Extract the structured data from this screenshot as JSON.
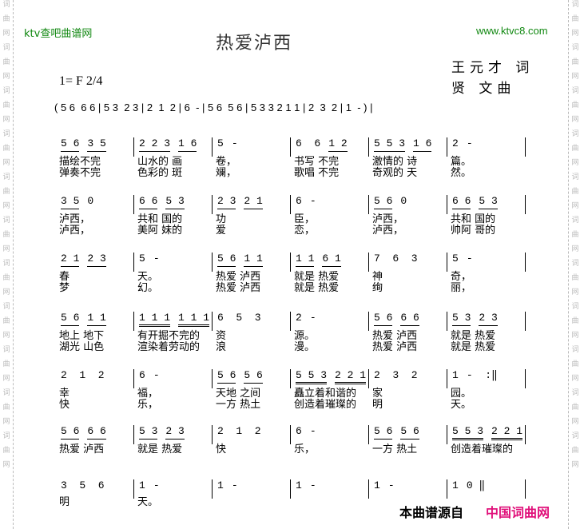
{
  "watermark": [
    "词",
    "曲",
    "网"
  ],
  "brand": "ktv查吧曲谱网",
  "url": "www.ktvc8.com",
  "title": "热爱泸西",
  "lyricist": "王元才 词",
  "composer": "贤 文曲",
  "key": "1= F 2/4",
  "intro": "( 5 6  6 6 | 5 3  2 3 | 2  1  2 | 6  - | 5 6  5 6 | 5 3 3 2 1 1 | 2  3  2 | 1  - ) |",
  "systems": [
    {
      "measures": [
        [
          {
            "t": "5 6",
            "u": 1
          },
          {
            "t": "3 5",
            "u": 1
          }
        ],
        [
          {
            "t": "2 2 3",
            "u": 1
          },
          {
            "t": "1 6",
            "u": 1
          }
        ],
        [
          {
            "t": "5",
            "u": 0
          },
          {
            "t": "-",
            "u": 0
          }
        ],
        [
          {
            "t": "6  6",
            "u": 0
          },
          {
            "t": "1 2",
            "u": 1
          }
        ],
        [
          {
            "t": "5 5 3",
            "u": 1
          },
          {
            "t": "1 6",
            "u": 1
          }
        ],
        [
          {
            "t": "2",
            "u": 0
          },
          {
            "t": "-",
            "u": 0
          }
        ]
      ],
      "lyrics": [
        [
          "描绘不完",
          "山水的 画",
          "卷，",
          "书写 不完",
          "激情的 诗",
          "篇。"
        ],
        [
          "弹奏不完",
          "色彩的 斑",
          "斓，",
          "歌唱 不完",
          "奇观的 天",
          "然。"
        ]
      ]
    },
    {
      "measures": [
        [
          {
            "t": "3 5",
            "u": 1
          },
          {
            "t": "0",
            "u": 0
          }
        ],
        [
          {
            "t": "6 6",
            "u": 1
          },
          {
            "t": "5 3",
            "u": 1
          }
        ],
        [
          {
            "t": "2 3",
            "u": 1
          },
          {
            "t": "2 1",
            "u": 1
          }
        ],
        [
          {
            "t": "6",
            "u": 0
          },
          {
            "t": "-",
            "u": 0
          }
        ],
        [
          {
            "t": "5 6",
            "u": 1
          },
          {
            "t": "0",
            "u": 0
          }
        ],
        [
          {
            "t": "6 6",
            "u": 1
          },
          {
            "t": "5 3",
            "u": 1
          }
        ]
      ],
      "lyrics": [
        [
          "泸西，",
          "共和 国的",
          "功",
          "臣，",
          "泸西，",
          "共和 国的"
        ],
        [
          "泸西，",
          "美阿 妹的",
          "爱",
          "恋，",
          "泸西，",
          "帅阿 哥的"
        ]
      ]
    },
    {
      "measures": [
        [
          {
            "t": "2 1",
            "u": 1
          },
          {
            "t": "2 3",
            "u": 1
          }
        ],
        [
          {
            "t": "5",
            "u": 0
          },
          {
            "t": "-",
            "u": 0
          }
        ],
        [
          {
            "t": "5 6",
            "u": 1
          },
          {
            "t": "1 1",
            "u": 1
          }
        ],
        [
          {
            "t": "1 1",
            "u": 1
          },
          {
            "t": "6 1",
            "u": 1
          }
        ],
        [
          {
            "t": "7  6  3",
            "u": 0
          }
        ],
        [
          {
            "t": "5",
            "u": 0
          },
          {
            "t": "-",
            "u": 0
          }
        ]
      ],
      "lyrics": [
        [
          "春",
          "天。",
          "热爱 泸西",
          "就是 热爱",
          "神",
          "奇，"
        ],
        [
          "梦",
          "幻。",
          "热爱 泸西",
          "就是 热爱",
          "绚",
          "丽，"
        ]
      ]
    },
    {
      "measures": [
        [
          {
            "t": "5 6",
            "u": 1
          },
          {
            "t": "1 1",
            "u": 1
          }
        ],
        [
          {
            "t": "1 1 1",
            "u": 2
          },
          {
            "t": "1 1 1",
            "u": 2
          }
        ],
        [
          {
            "t": "6  5  3",
            "u": 0
          }
        ],
        [
          {
            "t": "2",
            "u": 0
          },
          {
            "t": "-",
            "u": 0
          }
        ],
        [
          {
            "t": "5 6",
            "u": 1
          },
          {
            "t": "6 6",
            "u": 1
          }
        ],
        [
          {
            "t": "5 3",
            "u": 1
          },
          {
            "t": "2 3",
            "u": 1
          }
        ]
      ],
      "lyrics": [
        [
          "地上 地下",
          "有开掘不完的",
          "资",
          "源。",
          "热爱 泸西",
          "就是 热爱"
        ],
        [
          "湖光 山色",
          "渲染着劳动的",
          "浪",
          "漫。",
          "热爱 泸西",
          "就是 热爱"
        ]
      ]
    },
    {
      "measures": [
        [
          {
            "t": "2  1  2",
            "u": 0
          }
        ],
        [
          {
            "t": "6",
            "u": 0
          },
          {
            "t": "-",
            "u": 0
          }
        ],
        [
          {
            "t": "5 6",
            "u": 1
          },
          {
            "t": "5 6",
            "u": 1
          }
        ],
        [
          {
            "t": "5 5 3",
            "u": 2
          },
          {
            "t": "2 2 1",
            "u": 2
          }
        ],
        [
          {
            "t": "2  3  2",
            "u": 0
          }
        ],
        [
          {
            "t": "1",
            "u": 0
          },
          {
            "t": "-  :‖",
            "u": 0
          }
        ]
      ],
      "lyrics": [
        [
          "幸",
          "福，",
          "天地 之间",
          "矗立着和谐的",
          "家",
          "园。"
        ],
        [
          "快",
          "乐，",
          "一方 热土",
          "创造着璀璨的",
          "明",
          "天。"
        ]
      ]
    },
    {
      "measures": [
        [
          {
            "t": "5 6",
            "u": 1
          },
          {
            "t": "6 6",
            "u": 1
          }
        ],
        [
          {
            "t": "5 3",
            "u": 1
          },
          {
            "t": "2 3",
            "u": 1
          }
        ],
        [
          {
            "t": "2  1  2",
            "u": 0
          }
        ],
        [
          {
            "t": "6",
            "u": 0
          },
          {
            "t": "-",
            "u": 0
          }
        ],
        [
          {
            "t": "5 6",
            "u": 1
          },
          {
            "t": "5 6",
            "u": 1
          }
        ],
        [
          {
            "t": "5 5 3",
            "u": 2
          },
          {
            "t": "2 2 1",
            "u": 2
          }
        ]
      ],
      "lyrics": [
        [
          "热爱 泸西",
          "就是 热爱",
          "快",
          "乐，",
          "一方 热土",
          "创造着璀璨的"
        ]
      ]
    },
    {
      "measures": [
        [
          {
            "t": "3  5  6",
            "u": 0
          }
        ],
        [
          {
            "t": "1",
            "u": 0
          },
          {
            "t": "-",
            "u": 0
          }
        ],
        [
          {
            "t": "1",
            "u": 0
          },
          {
            "t": "-",
            "u": 0
          }
        ],
        [
          {
            "t": "1",
            "u": 0
          },
          {
            "t": "-",
            "u": 0
          }
        ],
        [
          {
            "t": "1",
            "u": 0
          },
          {
            "t": "-",
            "u": 0
          }
        ],
        [
          {
            "t": "1",
            "u": 0
          },
          {
            "t": "0 ‖",
            "u": 0
          }
        ]
      ],
      "lyrics": [
        [
          "明",
          "天。",
          "",
          "",
          "",
          ""
        ]
      ]
    }
  ],
  "source_label": "本曲谱源自",
  "source_site": "中国词曲网"
}
